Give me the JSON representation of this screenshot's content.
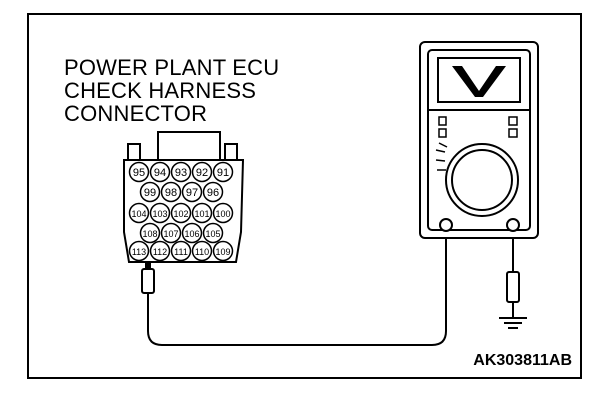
{
  "connector_label": {
    "lines": [
      "POWER PLANT ECU",
      "CHECK HARNESS",
      "CONNECTOR"
    ]
  },
  "pins": {
    "row1": [
      "95",
      "94",
      "93",
      "92",
      "91"
    ],
    "row2": [
      "99",
      "98",
      "97",
      "96"
    ],
    "row3": [
      "104",
      "103",
      "102",
      "101",
      "100"
    ],
    "row4": [
      "108",
      "107",
      "106",
      "105"
    ],
    "row5": [
      "113",
      "112",
      "111",
      "110",
      "109"
    ]
  },
  "voltmeter": {
    "display_icon": "volt-v-symbol"
  },
  "figure_code": "AK303811AB"
}
